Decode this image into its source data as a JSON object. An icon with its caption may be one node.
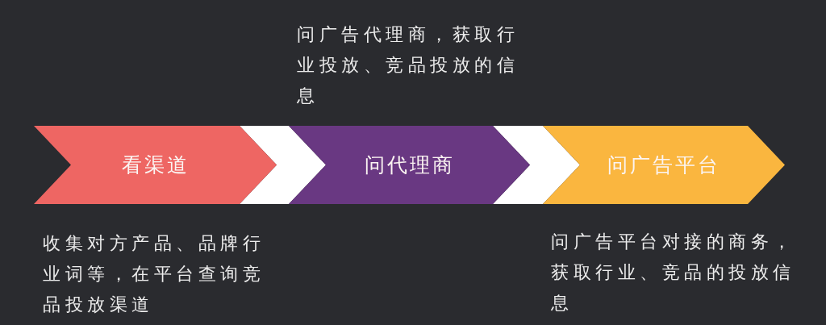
{
  "diagram": {
    "nodes": [
      {
        "text": [
          "看渠道"
        ],
        "beside": [
          "收集对方产品、品牌行业词等，在平台查询竞品投放渠道"
        ]
      },
      {
        "text": [
          "问代理商"
        ],
        "beside": [
          "问广告代理商，获取行业投放、竞品投放的信息"
        ]
      },
      {
        "text": [
          "问广告平台"
        ],
        "beside": [
          "问广告平台对接的商务，获取行业、竞品的投放信息"
        ]
      }
    ],
    "edges": [
      {
        "from": 0,
        "to": 1,
        "arrow": "to"
      },
      {
        "from": 1,
        "to": 2,
        "arrow": "to"
      }
    ]
  }
}
